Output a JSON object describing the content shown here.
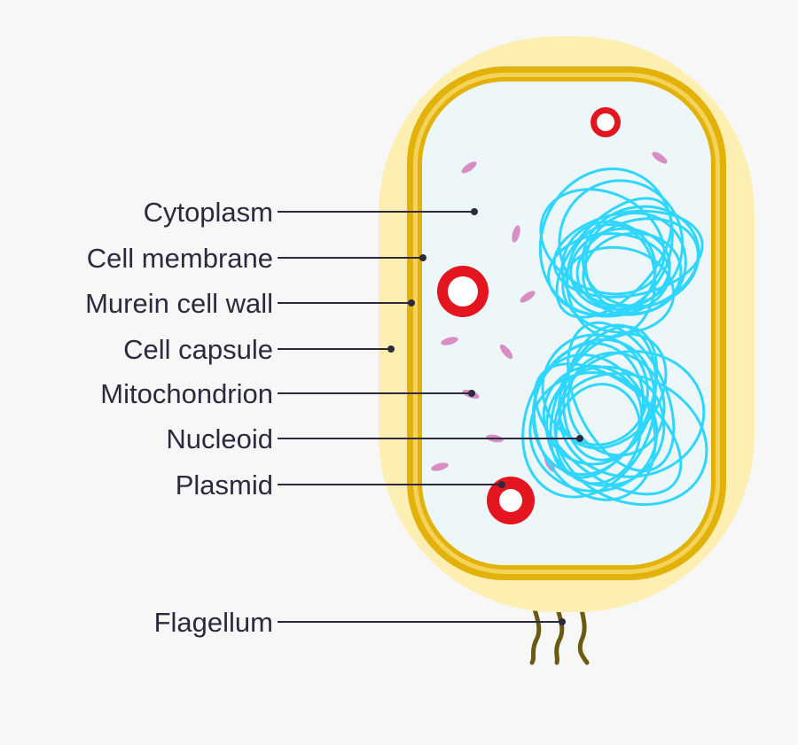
{
  "labels": [
    {
      "key": "cytoplasm",
      "text": "Cytoplasm"
    },
    {
      "key": "cell-membrane",
      "text": "Cell membrane"
    },
    {
      "key": "murein-cell-wall",
      "text": "Murein cell wall"
    },
    {
      "key": "cell-capsule",
      "text": "Cell capsule"
    },
    {
      "key": "mitochondrion",
      "text": "Mitochondrion"
    },
    {
      "key": "nucleoid",
      "text": "Nucleoid"
    },
    {
      "key": "plasmid",
      "text": "Plasmid"
    },
    {
      "key": "flagellum",
      "text": "Flagellum"
    }
  ],
  "colors": {
    "background": "#f7f7f7",
    "capsule": "#fdefb2",
    "cell_wall": "#e2b20a",
    "membrane": "#f3d35a",
    "cytoplasm": "#edf6f8",
    "nucleoid": "#2fd6ff",
    "plasmid": "#e3151f",
    "mitochondrion": "#d88ec2",
    "flagellum": "#6b5a12",
    "text": "#2d2a3e"
  }
}
